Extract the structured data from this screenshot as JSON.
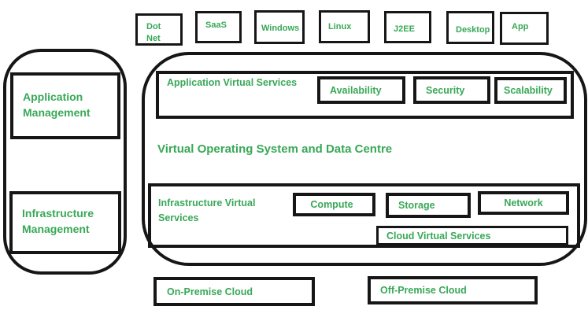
{
  "colors": {
    "text_green": "#38a857",
    "border_black": "#161616",
    "background": "#ffffff"
  },
  "top_row": {
    "items": [
      {
        "label": "Dot Net"
      },
      {
        "label": "SaaS"
      },
      {
        "label": "Windows"
      },
      {
        "label": "Linux"
      },
      {
        "label": "J2EE"
      },
      {
        "label": "Desktop"
      },
      {
        "label": "App"
      }
    ]
  },
  "management_panel": {
    "application": "Application Management",
    "infrastructure": "Infrastructure Management"
  },
  "virtual_platform": {
    "title": "Virtual Operating System and Data Centre",
    "application_services": {
      "label": "Application Virtual Services",
      "items": [
        {
          "label": "Availability"
        },
        {
          "label": "Security"
        },
        {
          "label": "Scalability"
        }
      ]
    },
    "infrastructure_services": {
      "label": "Infrastructure Virtual Services",
      "items": [
        {
          "label": "Compute"
        },
        {
          "label": "Storage"
        },
        {
          "label": "Network"
        }
      ],
      "cloud_services": "Cloud Virtual Services"
    }
  },
  "clouds": {
    "on_premise": "On-Premise Cloud",
    "off_premise": "Off-Premise Cloud"
  }
}
